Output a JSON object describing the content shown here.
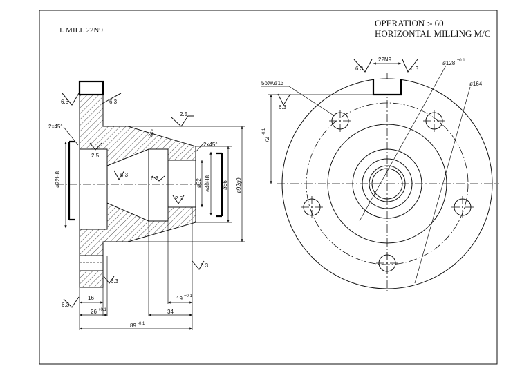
{
  "header": {
    "step": "I. MILL 22N9",
    "operation": "OPERATION :- 60",
    "machine": "HORIZONTAL MILLING M/C"
  },
  "section_view": {
    "surface_finish": [
      "6.3",
      "6.3",
      "2.5",
      "2.5",
      "6.3",
      "6.3",
      "2.5",
      "6.3",
      "6.3",
      "6.3"
    ],
    "chamfer_left": "2x45°",
    "chamfer_right": "2x45°",
    "taper_angle": "26°",
    "dia_bore": "ø72H8",
    "dia_32": "ø32",
    "dia_40": "ø40H8",
    "dia_56": "ø56",
    "dia_92": "ø92g9",
    "len_16": "16",
    "len_26": "26",
    "len_26_tol": "+0.1",
    "len_34": "34",
    "len_19": "19",
    "len_19_tol": "+0.1",
    "len_89": "89",
    "len_89_tol": "-0.1"
  },
  "end_view": {
    "slot": "22N9",
    "finish_left": "6.3",
    "finish_right": "6.3",
    "finish_hole": "6.3",
    "pcd": "ø128",
    "pcd_tol": "±0.1",
    "outer": "ø164",
    "holes": "5otw.ø13",
    "offset": "72",
    "offset_tol": "-0.1"
  }
}
